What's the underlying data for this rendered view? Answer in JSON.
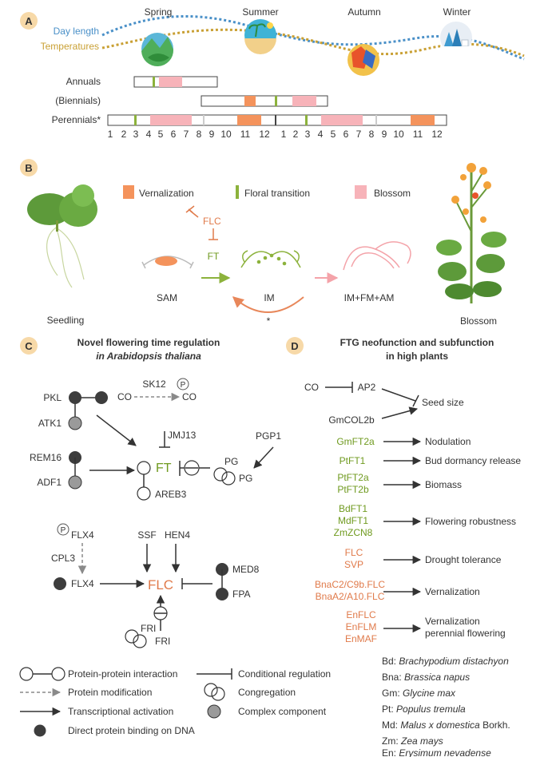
{
  "colors": {
    "day_length": "#4a90c8",
    "temperatures": "#c9a034",
    "vernalization": "#f4935c",
    "floral_transition": "#8cb23c",
    "blossom": "#f7b3b9",
    "gene_green": "#6f9a1f",
    "gene_orange": "#e07a4a",
    "dark_node": "#3d3d3d",
    "grey_node": "#9a9a9a"
  },
  "panel_a": {
    "label": "A",
    "legend_day": "Day length",
    "legend_temp": "Temperatures",
    "seasons": [
      "Spring",
      "Summer",
      "Autumn",
      "Winter"
    ],
    "rows": [
      "Annuals",
      "(Biennials)",
      "Perennials*"
    ],
    "months": [
      "1",
      "2",
      "3",
      "4",
      "5",
      "6",
      "7",
      "8",
      "9",
      "10",
      "11",
      "12",
      "1",
      "2",
      "3",
      "4",
      "5",
      "6",
      "7",
      "8",
      "9",
      "10",
      "11",
      "12"
    ],
    "season_icons": [
      "spring-landscape-icon",
      "summer-beach-icon",
      "autumn-leaves-icon",
      "winter-snow-icon"
    ]
  },
  "panel_b": {
    "label": "B",
    "legend": [
      "Vernalization",
      "Floral transition",
      "Blossom"
    ],
    "seedling": "Seedling",
    "blossom": "Blossom",
    "flc": "FLC",
    "ft": "FT",
    "sam": "SAM",
    "im": "IM",
    "im_fm_am": "IM+FM+AM",
    "asterisk": "*"
  },
  "panel_c": {
    "label": "C",
    "title_line1": "Novel flowering time regulation",
    "title_line2": "in Arabidopsis thaliana",
    "pkl": "PKL",
    "atk1": "ATK1",
    "sk12": "SK12",
    "co1": "CO",
    "co2": "CO",
    "p1": "P",
    "jmj13": "JMJ13",
    "pgp1": "PGP1",
    "rem16": "REM16",
    "adf1": "ADF1",
    "ft": "FT",
    "pg1": "PG",
    "pg2": "PG",
    "areb3": "AREB3",
    "p2": "P",
    "flx4a": "FLX4",
    "cpl3": "CPL3",
    "flx4b": "FLX4",
    "ssf": "SSF",
    "hen4": "HEN4",
    "med8": "MED8",
    "flc": "FLC",
    "fpa": "FPA",
    "fri1": "FRI",
    "fri2": "FRI"
  },
  "panel_d": {
    "label": "D",
    "title_line1": "FTG neofunction and subfunction",
    "title_line2": "in high plants",
    "co": "CO",
    "ap2": "AP2",
    "seed_size": "Seed size",
    "gmcol2b": "GmCOL2b",
    "rows": [
      {
        "genes": [
          "GmFT2a"
        ],
        "target": [
          "Nodulation"
        ],
        "color": "green"
      },
      {
        "genes": [
          "PtFT1"
        ],
        "target": [
          "Bud dormancy release"
        ],
        "color": "green"
      },
      {
        "genes": [
          "PtFT2a",
          "PtFT2b"
        ],
        "target": [
          "Biomass"
        ],
        "color": "green"
      },
      {
        "genes": [
          "BdFT1",
          "MdFT1",
          "ZmZCN8"
        ],
        "target": [
          "Flowering robustness"
        ],
        "color": "green"
      },
      {
        "genes": [
          "FLC",
          "SVP"
        ],
        "target": [
          "Drought tolerance"
        ],
        "color": "orange"
      },
      {
        "genes": [
          "BnaC2/C9b.FLC",
          "BnaA2/A10.FLC"
        ],
        "target": [
          "Vernalization"
        ],
        "color": "orange"
      },
      {
        "genes": [
          "EnFLC",
          "EnFLM",
          "EnMAF"
        ],
        "target": [
          "Vernalization",
          "perennial flowering"
        ],
        "color": "orange"
      }
    ]
  },
  "key": {
    "ppi": "Protein-protein interaction",
    "modification": "Protein modification",
    "activation": "Transcriptional activation",
    "binding": "Direct protein binding on DNA",
    "conditional": "Conditional regulation",
    "congregation": "Congregation",
    "complex": "Complex component"
  },
  "species": [
    {
      "abbr": "Bd:",
      "name": "Brachypodium distachyon",
      "suffix": ""
    },
    {
      "abbr": "Bna:",
      "name": "Brassica napus",
      "suffix": ""
    },
    {
      "abbr": "Gm:",
      "name": "Glycine max",
      "suffix": ""
    },
    {
      "abbr": "Pt:",
      "name": "Populus tremula",
      "suffix": ""
    },
    {
      "abbr": "Md:",
      "name": "Malus x domestica",
      "suffix": "Borkh."
    },
    {
      "abbr": "Zm:",
      "name": "Zea mays",
      "suffix": ""
    },
    {
      "abbr": "En:",
      "name": "Erysimum nevadense",
      "suffix": ""
    }
  ]
}
